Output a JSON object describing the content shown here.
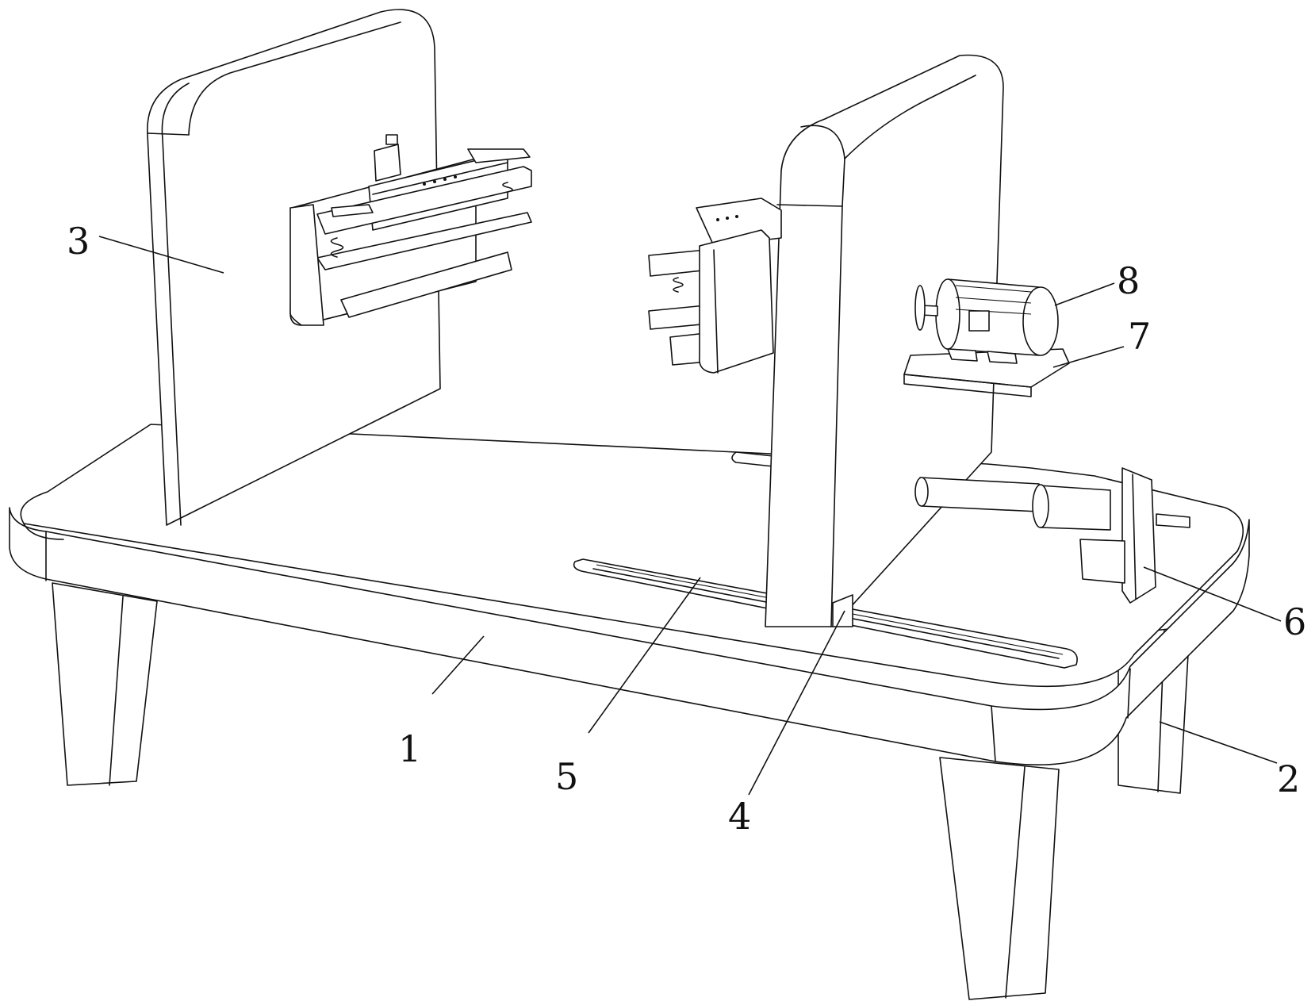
{
  "figure": {
    "callouts": {
      "c1": "1",
      "c2": "2",
      "c3": "3",
      "c4": "4",
      "c5": "5",
      "c6": "6",
      "c7": "7",
      "c8": "8"
    }
  }
}
